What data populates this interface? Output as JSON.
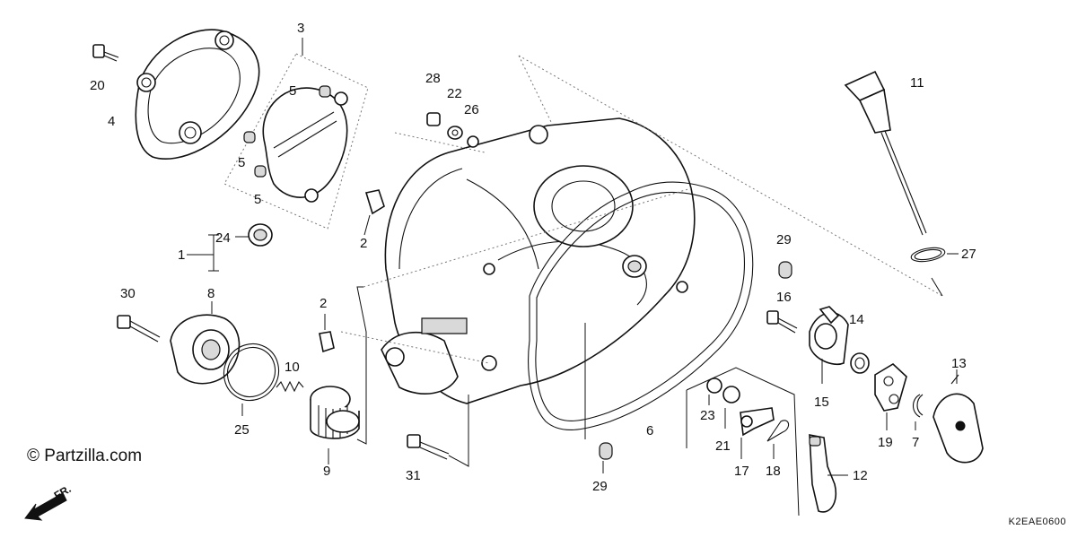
{
  "brand": {
    "copyright_symbol": "©",
    "name": "Partzilla.com"
  },
  "diagram_code": "K2EAE0600",
  "direction_label": "FR.",
  "callouts": [
    {
      "id": "c20",
      "label": "20"
    },
    {
      "id": "c4",
      "label": "4"
    },
    {
      "id": "c3",
      "label": "3"
    },
    {
      "id": "c5a",
      "label": "5"
    },
    {
      "id": "c5b",
      "label": "5"
    },
    {
      "id": "c5c",
      "label": "5"
    },
    {
      "id": "c1",
      "label": "1"
    },
    {
      "id": "c24",
      "label": "24"
    },
    {
      "id": "c30",
      "label": "30"
    },
    {
      "id": "c8",
      "label": "8"
    },
    {
      "id": "c10",
      "label": "10"
    },
    {
      "id": "c25",
      "label": "25"
    },
    {
      "id": "c9",
      "label": "9"
    },
    {
      "id": "c2a",
      "label": "2"
    },
    {
      "id": "c2b",
      "label": "2"
    },
    {
      "id": "c28",
      "label": "28"
    },
    {
      "id": "c22",
      "label": "22"
    },
    {
      "id": "c26",
      "label": "26"
    },
    {
      "id": "c31",
      "label": "31"
    },
    {
      "id": "c29a",
      "label": "29"
    },
    {
      "id": "c29b",
      "label": "29"
    },
    {
      "id": "c6",
      "label": "6"
    },
    {
      "id": "c16",
      "label": "16"
    },
    {
      "id": "c11",
      "label": "11"
    },
    {
      "id": "c27",
      "label": "27"
    },
    {
      "id": "c14",
      "label": "14"
    },
    {
      "id": "c15",
      "label": "15"
    },
    {
      "id": "c13",
      "label": "13"
    },
    {
      "id": "c19",
      "label": "19"
    },
    {
      "id": "c7",
      "label": "7"
    },
    {
      "id": "c23",
      "label": "23"
    },
    {
      "id": "c21",
      "label": "21"
    },
    {
      "id": "c17",
      "label": "17"
    },
    {
      "id": "c18",
      "label": "18"
    },
    {
      "id": "c12",
      "label": "12"
    }
  ]
}
